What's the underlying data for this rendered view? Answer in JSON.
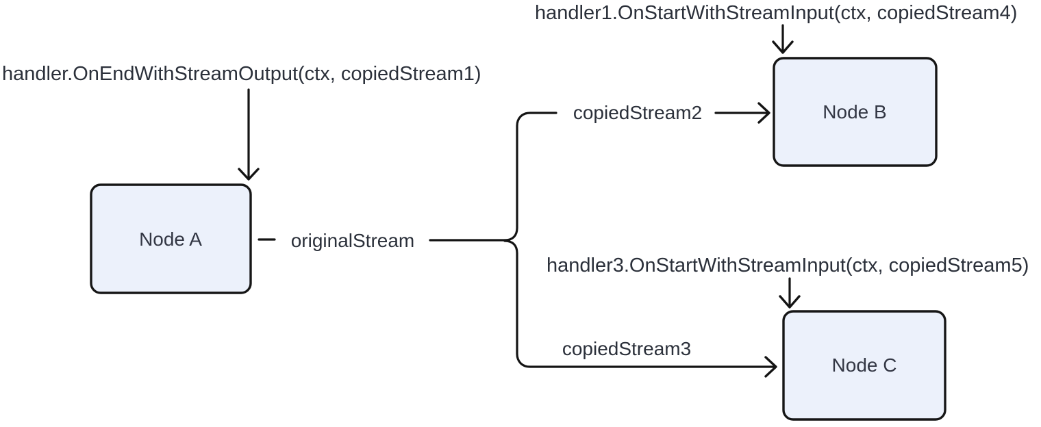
{
  "diagram": {
    "background": "#ffffff",
    "line_color": "#141414",
    "node_fill": "#ecf1fb",
    "node_border": "#161616",
    "node_text_color": "#333744",
    "text_color": "#2b303a",
    "nodes": [
      {
        "id": "node-a",
        "label": "Node A"
      },
      {
        "id": "node-b",
        "label": "Node B"
      },
      {
        "id": "node-c",
        "label": "Node C"
      }
    ],
    "edge_labels": [
      {
        "id": "original-stream",
        "label": "originalStream"
      },
      {
        "id": "copied-stream-2",
        "label": "copiedStream2"
      },
      {
        "id": "copied-stream-3",
        "label": "copiedStream3"
      }
    ],
    "annotations": [
      {
        "id": "handler-on-end-node-a",
        "label": "handler.OnEndWithStreamOutput(ctx, copiedStream1)"
      },
      {
        "id": "handler1-on-start-node-b",
        "label": "handler1.OnStartWithStreamInput(ctx, copiedStream4)"
      },
      {
        "id": "handler3-on-start-node-c",
        "label": "handler3.OnStartWithStreamInput(ctx, copiedStream5)"
      }
    ]
  }
}
